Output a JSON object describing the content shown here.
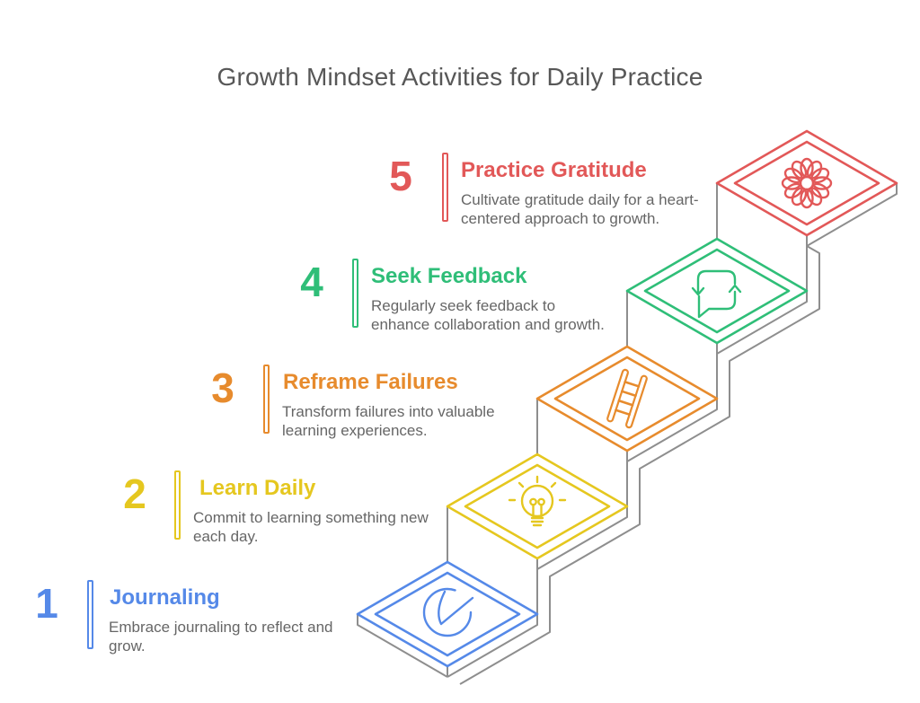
{
  "title": "Growth Mindset Activities for Daily Practice",
  "stair_color": "#8E8E8E",
  "steps": [
    {
      "number": "1",
      "label": "Journaling",
      "desc_lines": [
        "Embrace journaling to reflect and",
        "grow."
      ],
      "color": "#5589E8",
      "icon": "pen-circle-icon"
    },
    {
      "number": "2",
      "label": "Learn Daily",
      "desc_lines": [
        "Commit to learning something new",
        "each day."
      ],
      "color": "#E5C71F",
      "icon": "lightbulb-icon"
    },
    {
      "number": "3",
      "label": "Reframe Failures",
      "desc_lines": [
        "Transform failures into valuable",
        "learning experiences."
      ],
      "color": "#E78B2D",
      "icon": "ladder-icon"
    },
    {
      "number": "4",
      "label": "Seek Feedback",
      "desc_lines": [
        "Regularly seek feedback to",
        "enhance collaboration and growth."
      ],
      "color": "#2FBE78",
      "icon": "chat-sync-icon"
    },
    {
      "number": "5",
      "label": "Practice Gratitude",
      "desc_lines": [
        "Cultivate gratitude daily for a heart-",
        "centered approach to growth."
      ],
      "color": "#E25858",
      "icon": "flower-icon"
    }
  ]
}
